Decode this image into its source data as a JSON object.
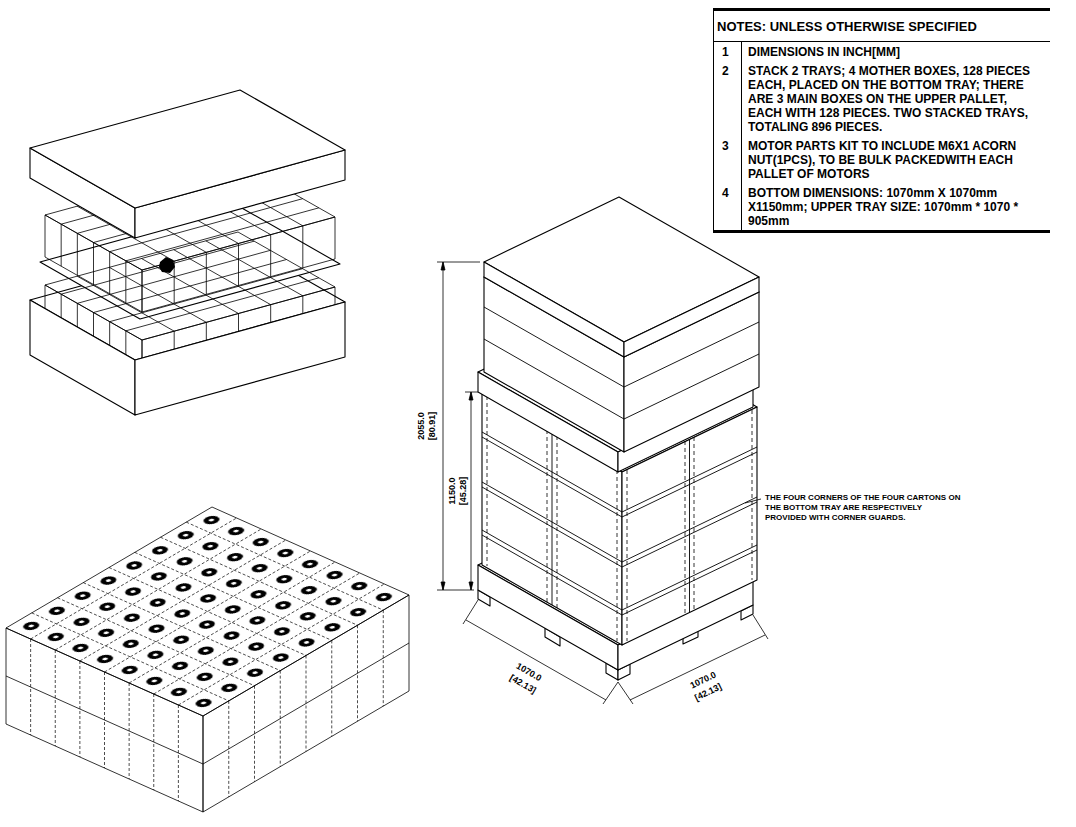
{
  "diagram": {
    "nodes": [
      {
        "text": [
          "NOTES: UNLESS OTHERWISE SPECIFIED",
          "1",
          "DIMENSIONS IN INCH[MM]",
          "2",
          "STACK 2 TRAYS; 4 MOTHER BOXES, 128 PIECES EACH, PLACED ON THE BOTTOM TRAY; THERE ARE 3 MAIN BOXES ON THE UPPER PALLET, EACH WITH 128 PIECES. TWO STACKED TRAYS, TOTALING 896 PIECES.",
          "3",
          "MOTOR PARTS KIT TO INCLUDE M6X1 ACORN NUT(1PCS), TO BE BULK PACKEDWITH EACH PALLET OF MOTORS",
          "4",
          "BOTTOM DIMENSIONS: 1070mm X 1070mm X1150mm; UPPER TRAY SIZE: 1070mm * 1070 * 905mm"
        ]
      }
    ],
    "labels": [
      "2055.0",
      "[80.91]",
      "1150.0",
      "[45.28]",
      "1070.0",
      "[42.13]",
      "1070.0",
      "[42.13]",
      "THE FOUR CORNERS OF THE FOUR CARTONS ON THE BOTTOM TRAY ARE RESPECTIVELY PROVIDED WITH CORNER GUARDS."
    ]
  }
}
